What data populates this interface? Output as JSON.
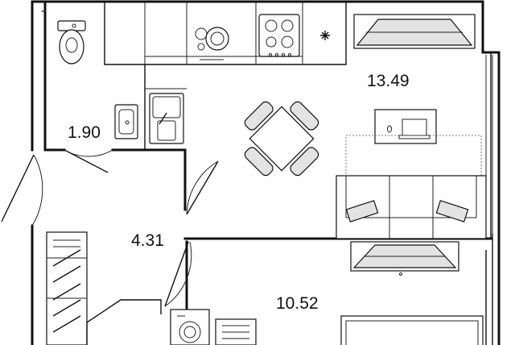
{
  "plan": {
    "rooms": [
      {
        "id": "bathroom",
        "area": "1.90"
      },
      {
        "id": "hall",
        "area": "4.31"
      },
      {
        "id": "living-kitchen",
        "area": "13.49"
      },
      {
        "id": "bedroom",
        "area": "10.52"
      }
    ],
    "icons": [
      "toilet-icon",
      "sink-icon",
      "kitchen-sink-icon",
      "washing-machine-icon",
      "stove-icon",
      "cooktop-icon",
      "fridge-icon",
      "dining-table-icon",
      "sofa-icon",
      "laptop-desk-icon",
      "tv-icon",
      "wardrobe-icon",
      "bed-icon"
    ],
    "colors": {
      "wall": "#111111",
      "furniture_fill": "#e3e3e3",
      "background": "#ffffff"
    }
  }
}
